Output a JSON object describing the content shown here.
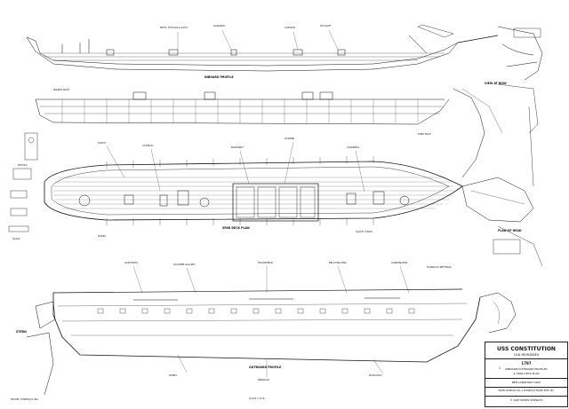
{
  "title_block": {
    "title": "USS CONSTITUTION",
    "subtitle": "OLD IRONSIDES",
    "year": "1797",
    "sheet_number": "1",
    "sheet_content_1": "INBOARD/OUTBOARD PROFILES",
    "sheet_content_2": "& SPAR DECK PLAN",
    "drafter": "BEN LANKFORD  1995",
    "company": "MODEL SHIPWAYS, INC.  A DIVISION OF MODEL EXPO, INC.",
    "copyright": "© 1995  MODEL SHIPWAYS"
  },
  "views": {
    "inboard": "INBOARD PROFILE",
    "outboard": "OUTBOARD PROFILE",
    "spar_deck": "SPAR DECK PLAN",
    "head_plan": "PLAN OF HEAD",
    "stern": "STERN",
    "bow": "VIEW AT BOW"
  },
  "notes": {
    "n1": "BITTS, FIFE RAILS & ETC.",
    "n2": "GANGWAY",
    "n3": "CAPSTAN",
    "n4": "SKYLIGHT",
    "n5": "HATCH",
    "n6": "CATHEAD",
    "n7": "BOWSPRIT",
    "n8": "RUDDER",
    "n9": "CHANNELS",
    "n10": "GUN PORTS",
    "n11": "QUARTER GALLERY",
    "n12": "FIGUREHEAD",
    "n13": "BELAYING PINS",
    "n14": "CARRONADES",
    "n15": "WHEEL",
    "n16": "BINNACLE",
    "n17": "MAIN MAST",
    "n18": "FORE MAST",
    "n19": "MIZZEN MAST",
    "n20": "PUMPS",
    "n21": "GALLEY STACK",
    "n22": "HAMMOCK NETTINGS",
    "n23": "DETAILS",
    "n24": "SCALE"
  },
  "scale_note": "SCALE 1:76.8",
  "brand_left": "MODEL SHIPWAYS INC"
}
